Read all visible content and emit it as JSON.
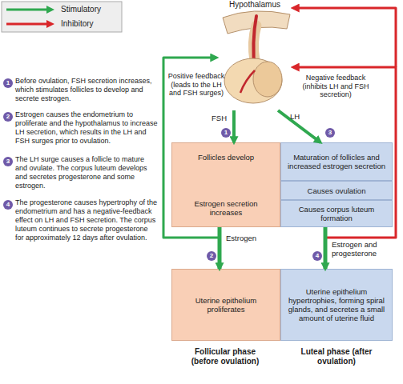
{
  "diagram": {
    "nodes": [
      {
        "text": [
          "Hypothalamus"
        ]
      },
      {
        "text": [
          "Follicles develop",
          "Estrogen secretion increases"
        ]
      },
      {
        "text": [
          "Maturation of follicles and increased estrogen secretion"
        ]
      },
      {
        "text": [
          "Causes ovulation"
        ]
      },
      {
        "text": [
          "Causes corpus luteum formation"
        ]
      },
      {
        "text": [
          "Uterine epithelium proliferates"
        ]
      },
      {
        "text": [
          "Uterine epithelium hypertrophies, forming spiral glands, and secretes a small amount of uterine fluid"
        ]
      }
    ],
    "edges": [
      {
        "from": 0,
        "to": 1,
        "label": "FSH",
        "arrow": "to"
      },
      {
        "from": 0,
        "to": 2,
        "label": "LH",
        "arrow": "to"
      },
      {
        "from": 1,
        "to": 5,
        "label": "Estrogen",
        "arrow": "to"
      },
      {
        "from": 1,
        "to": 0,
        "arrow": "to"
      },
      {
        "from": 4,
        "to": 6,
        "arrow": "to"
      },
      {
        "from": 4,
        "to": 0,
        "label": "Estrogen and progesterone",
        "arrow": "to"
      }
    ],
    "labels": [
      "1",
      "Before ovulation, FSH secretion increases, which stimulates follicles to develop and secrete estrogen.",
      "2",
      "Estrogen causes the endometrium to proliferate and the hypothalamus to increase LH secretion, which results in the LH and FSH surges prior to ovulation.",
      "3",
      "The LH surge causes a follicle to mature and ovulate. The corpus luteum develops and secretes progesterone and some estrogen.",
      "4",
      "The progesterone causes hypertrophy of the endometrium and has a negative-feedback effect on LH and FSH secretion. The corpus luteum continues to secrete progesterone for approximately 12 days after ovulation.",
      "Positive feedback (leads to the LH and FSH surges)",
      "Negative feedback (inhibits LH and FSH secretion)",
      "1",
      "3",
      "2",
      "4",
      "Follicular phase (before ovulation)",
      "Luteal phase (after ovulation)"
    ],
    "legend": [
      {
        "text": "Stimulatory"
      },
      {
        "text": "Inhibitory"
      }
    ]
  }
}
